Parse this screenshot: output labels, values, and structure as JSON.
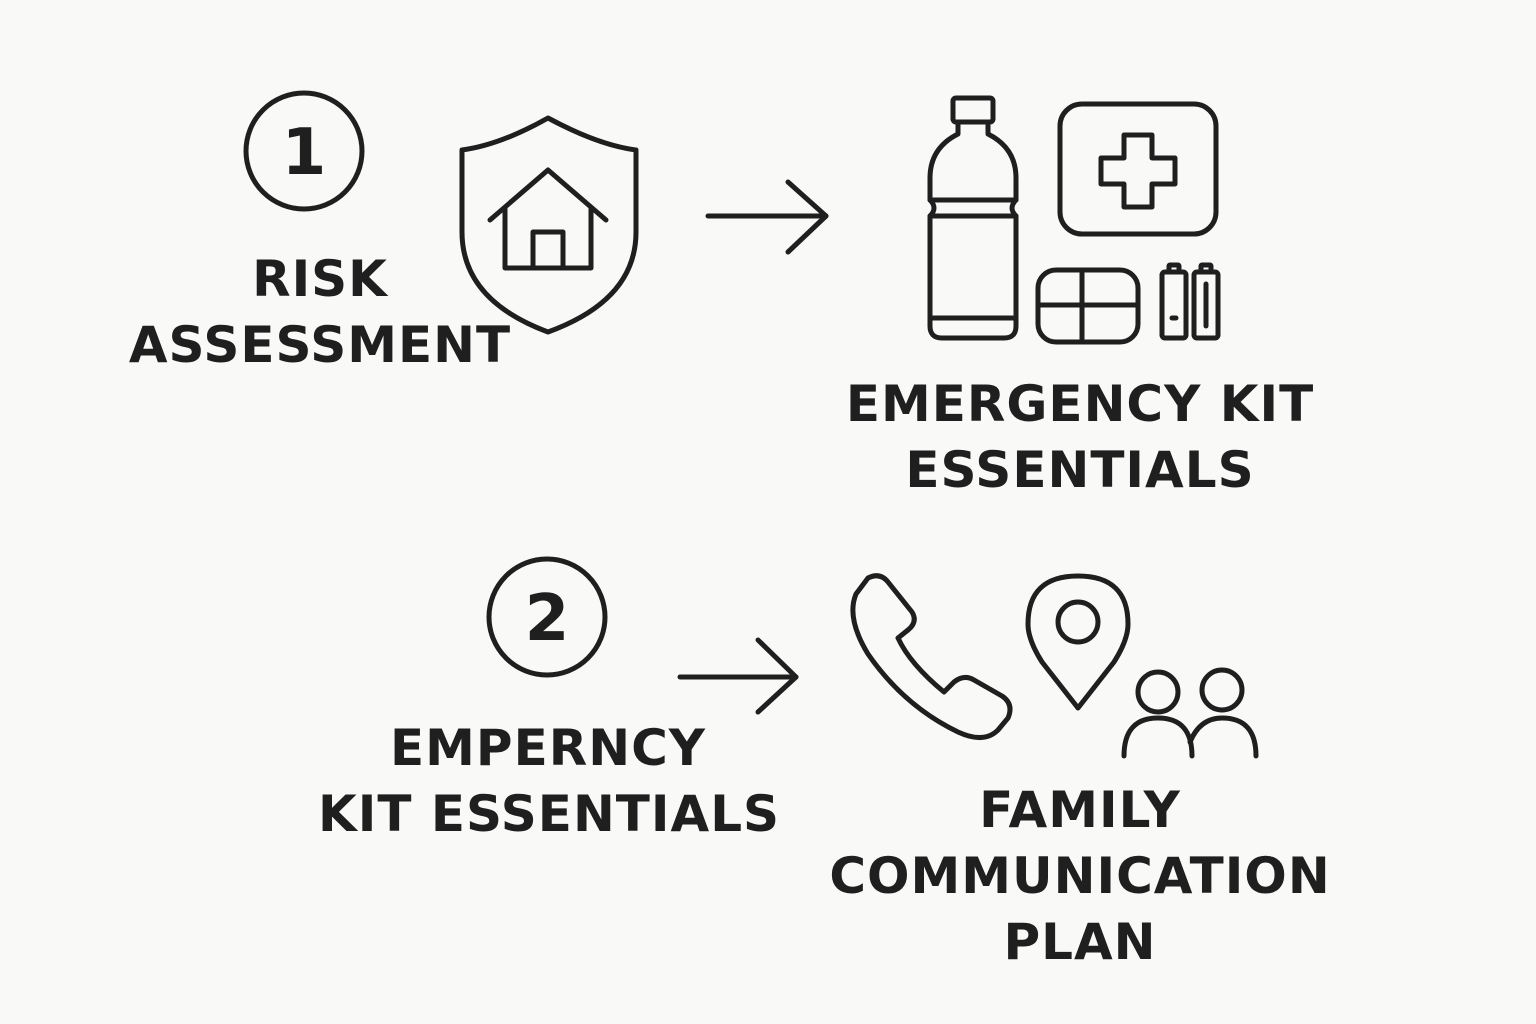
{
  "steps": [
    {
      "number": "1",
      "label_lines": [
        "RISK",
        "ASSESSMENT"
      ]
    },
    {
      "number": "2",
      "label_lines": [
        "EMPERNCY",
        "KIT ESSENTIALS"
      ]
    }
  ],
  "targets": [
    {
      "label_lines": [
        "EMERGENCY KIT",
        "ESSENTIALS"
      ]
    },
    {
      "label_lines": [
        "FAMILY",
        "COMMUNICATION",
        "PLAN"
      ]
    }
  ],
  "colors": {
    "background": "#f9f9f7",
    "ink": "#1f1f1f"
  },
  "icons": {
    "risk": "shield-house-icon",
    "kit": [
      "water-bottle-icon",
      "first-aid-kit-icon",
      "bandage-pouch-icon",
      "batteries-icon"
    ],
    "communication": [
      "phone-icon",
      "location-pin-icon",
      "family-people-icon"
    ],
    "flow": "arrow-right-icon"
  }
}
